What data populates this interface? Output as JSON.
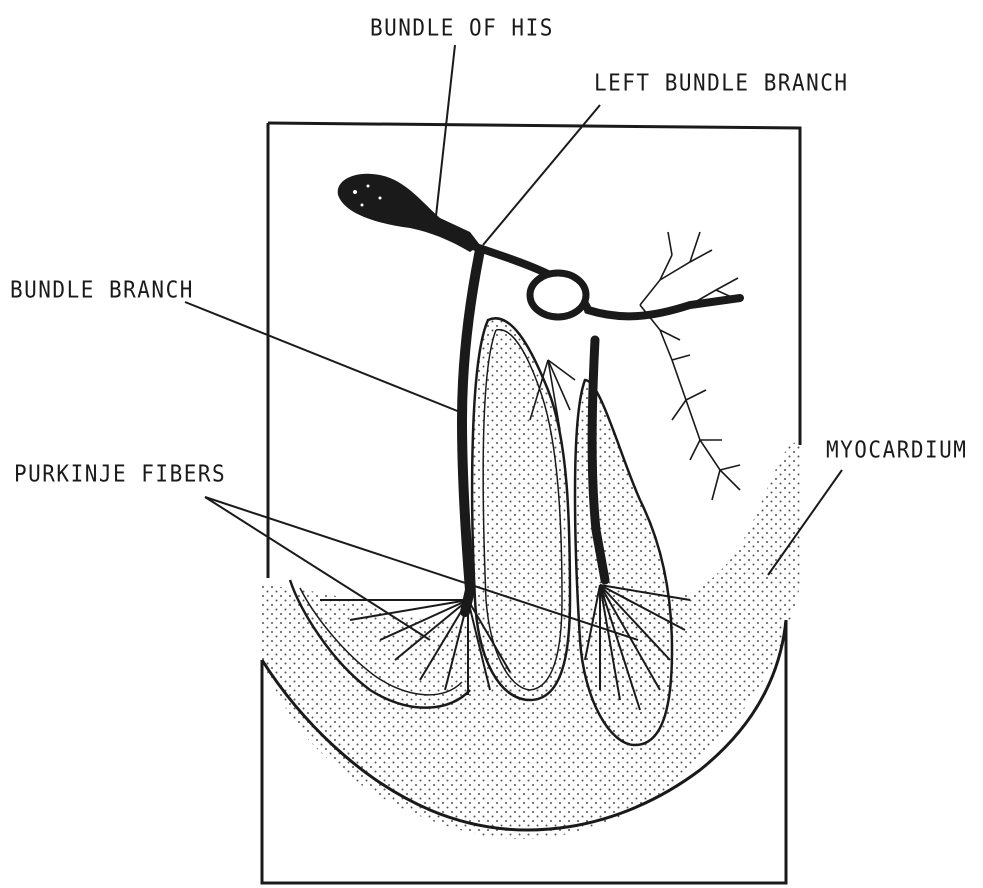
{
  "labels": {
    "bundle_of_his": "BUNDLE OF HIS",
    "left_bundle_branch": "LEFT BUNDLE BRANCH",
    "bundle_branch": "BUNDLE BRANCH",
    "purkinje_fibers": "PURKINJE FIBERS",
    "myocardium": "MYOCARDIUM"
  },
  "colors": {
    "ink": "#1a1a1a",
    "paper": "#ffffff",
    "stipple": "#555555"
  }
}
